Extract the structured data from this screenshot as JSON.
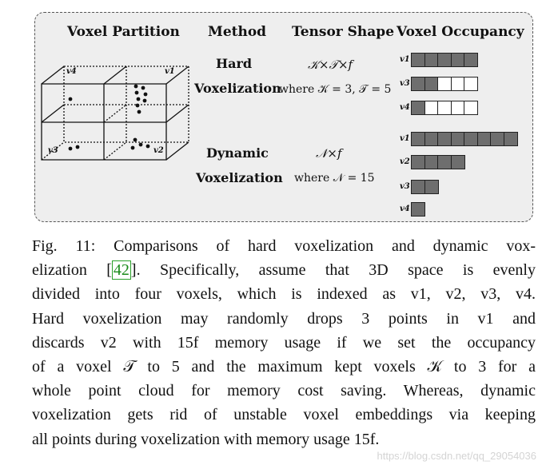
{
  "headers": {
    "partition": "Voxel Partition",
    "method": "Method",
    "tensor": "Tensor Shape",
    "occupancy": "Voxel Occupancy"
  },
  "hard": {
    "name_line1": "Hard",
    "name_line2": "Voxelization",
    "shape": "𝒦×𝒯×f",
    "where": "where 𝒦 = 3, 𝒯 = 5",
    "bars": [
      {
        "voxel": "v1",
        "filled": 5,
        "empty": 0
      },
      {
        "voxel": "v3",
        "filled": 2,
        "empty": 3
      },
      {
        "voxel": "v4",
        "filled": 1,
        "empty": 4
      }
    ]
  },
  "dynamic": {
    "name_line1": "Dynamic",
    "name_line2": "Voxelization",
    "shape": "𝒩×f",
    "where": "where 𝒩 = 15",
    "bars": [
      {
        "voxel": "v1",
        "filled": 8,
        "empty": 0
      },
      {
        "voxel": "v2",
        "filled": 4,
        "empty": 0
      },
      {
        "voxel": "v3",
        "filled": 2,
        "empty": 0
      },
      {
        "voxel": "v4",
        "filled": 1,
        "empty": 0
      }
    ]
  },
  "cube_labels": {
    "v1": "v1",
    "v2": "v2",
    "v3": "v3",
    "v4": "v4"
  },
  "caption": {
    "lines": [
      "Fig. 11: Comparisons of hard voxelization and dynamic vox-",
      "elization [42]. Specifically, assume that 3D space is evenly",
      "divided into four voxels, which is indexed as v1, v2, v3, v4.",
      "Hard voxelization may randomly drops 3 points in v1 and",
      "discards v2 with 15f memory usage if we set the occupancy",
      "of a voxel 𝒯 to 5 and the maximum kept voxels 𝒦 to 3 for a",
      "whole point cloud for memory cost saving. Whereas, dynamic",
      "voxelization gets rid of unstable voxel embeddings via keeping",
      "all points during voxelization with memory usage 15f."
    ],
    "ref": "42"
  },
  "watermark": "https://blog.csdn.net/qq_29054036"
}
